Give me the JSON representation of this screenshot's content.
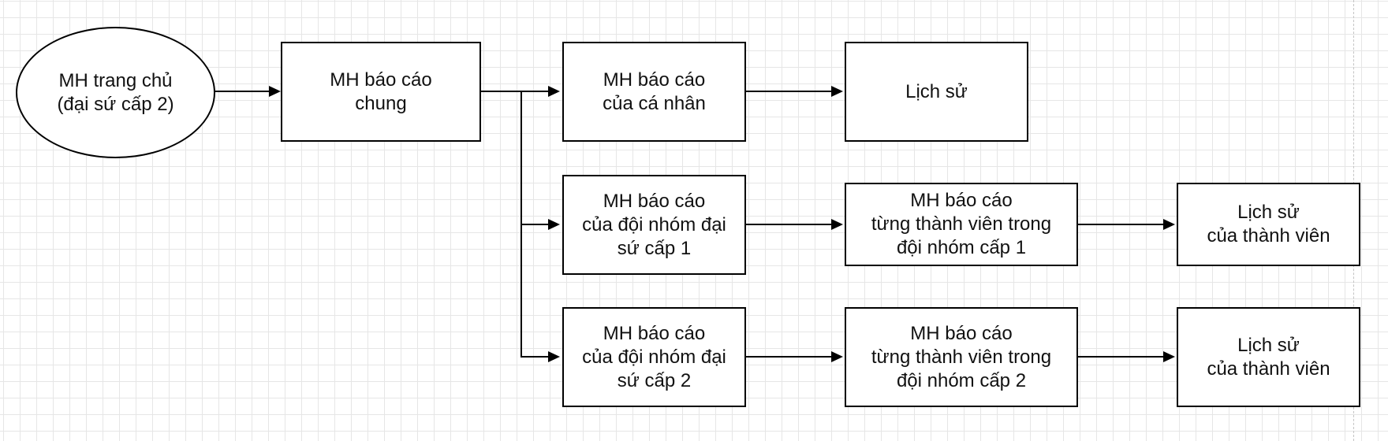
{
  "diagram": {
    "nodes": [
      {
        "id": "home",
        "shape": "ellipse",
        "label": "MH trang chủ\n(đại sứ cấp 2)"
      },
      {
        "id": "general-report",
        "shape": "rect",
        "label": "MH báo cáo\nchung"
      },
      {
        "id": "personal-report",
        "shape": "rect",
        "label": "MH báo cáo\ncủa cá nhân"
      },
      {
        "id": "history",
        "shape": "rect",
        "label": "Lịch sử"
      },
      {
        "id": "team1-report",
        "shape": "rect",
        "label": "MH báo cáo\ncủa đội nhóm đại\nsứ cấp 1"
      },
      {
        "id": "team1-member-report",
        "shape": "rect",
        "label": "MH báo cáo\ntừng thành viên trong\nđội nhóm cấp 1"
      },
      {
        "id": "team1-member-history",
        "shape": "rect",
        "label": "Lịch sử\ncủa thành viên"
      },
      {
        "id": "team2-report",
        "shape": "rect",
        "label": "MH báo cáo\ncủa đội nhóm đại\nsứ cấp 2"
      },
      {
        "id": "team2-member-report",
        "shape": "rect",
        "label": "MH báo cáo\ntừng thành viên trong\nđội nhóm cấp 2"
      },
      {
        "id": "team2-member-history",
        "shape": "rect",
        "label": "Lịch sử\ncủa thành viên"
      }
    ],
    "edges": [
      {
        "from": "home",
        "to": "general-report"
      },
      {
        "from": "general-report",
        "to": "personal-report"
      },
      {
        "from": "general-report",
        "to": "team1-report"
      },
      {
        "from": "general-report",
        "to": "team2-report"
      },
      {
        "from": "personal-report",
        "to": "history"
      },
      {
        "from": "team1-report",
        "to": "team1-member-report"
      },
      {
        "from": "team1-member-report",
        "to": "team1-member-history"
      },
      {
        "from": "team2-report",
        "to": "team2-member-report"
      },
      {
        "from": "team2-member-report",
        "to": "team2-member-history"
      }
    ]
  }
}
